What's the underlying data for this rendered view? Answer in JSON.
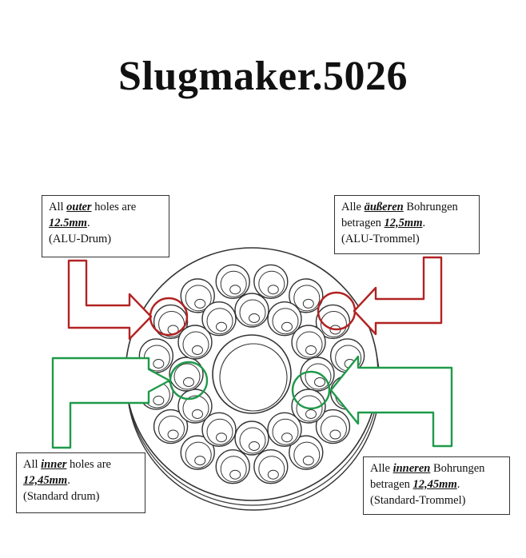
{
  "title": "Slugmaker.5026",
  "colors": {
    "outer_highlight": "#b22222",
    "inner_highlight": "#1e9a4a",
    "line": "#333333"
  },
  "notes": {
    "outer_en": {
      "pre": "All ",
      "em": "outer",
      "post": " holes are",
      "size": "12.5mm",
      "dot": ".",
      "drum": "(ALU-Drum)"
    },
    "outer_de": {
      "pre": "Alle ",
      "em": "äußeren",
      "post": " Bohrungen",
      "line2_pre": "betragen ",
      "size": "12,5mm",
      "dot": ".",
      "drum": "(ALU-Trommel)"
    },
    "inner_en": {
      "pre": "All ",
      "em": "inner",
      "post": " holes are",
      "size": "12,45mm",
      "dot": ".",
      "drum": "(Standard drum)"
    },
    "inner_de": {
      "pre": "Alle ",
      "em": "inneren",
      "post": " Bohrungen",
      "line2_pre": "betragen ",
      "size": "12,45mm",
      "dot": ".",
      "drum": "(Standard-Trommel)"
    }
  }
}
